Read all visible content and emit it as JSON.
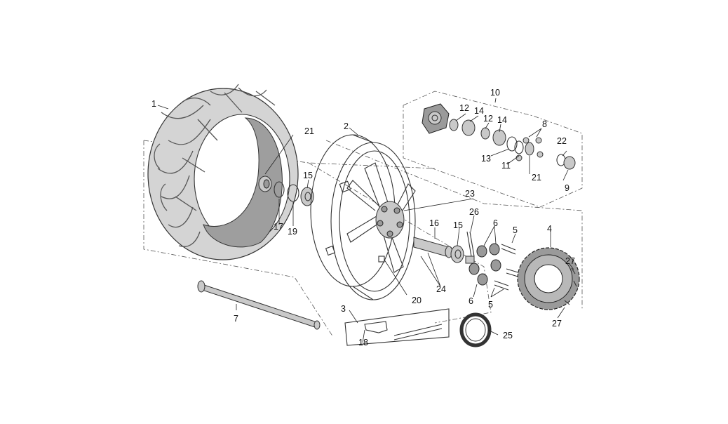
{
  "diagram": {
    "labels": {
      "l1": "1",
      "l2": "2",
      "l3": "3",
      "l4": "4",
      "l5a": "5",
      "l5b": "5",
      "l6a": "6",
      "l6b": "6",
      "l7": "7",
      "l8": "8",
      "l9": "9",
      "l10": "10",
      "l11": "11",
      "l12a": "12",
      "l12b": "12",
      "l13": "13",
      "l14a": "14",
      "l14b": "14",
      "l15a": "15",
      "l15b": "15",
      "l16": "16",
      "l17": "17",
      "l18": "18",
      "l19": "19",
      "l20": "20",
      "l21a": "21",
      "l21b": "21",
      "l22": "22",
      "l23": "23",
      "l24": "24",
      "l25": "25",
      "l26": "26",
      "l27a": "27",
      "l27b": "27"
    },
    "colors": {
      "tyre_fill": "#d4d4d4",
      "tyre_inner": "#9e9e9e",
      "line": "#333333",
      "background": "#ffffff"
    }
  }
}
